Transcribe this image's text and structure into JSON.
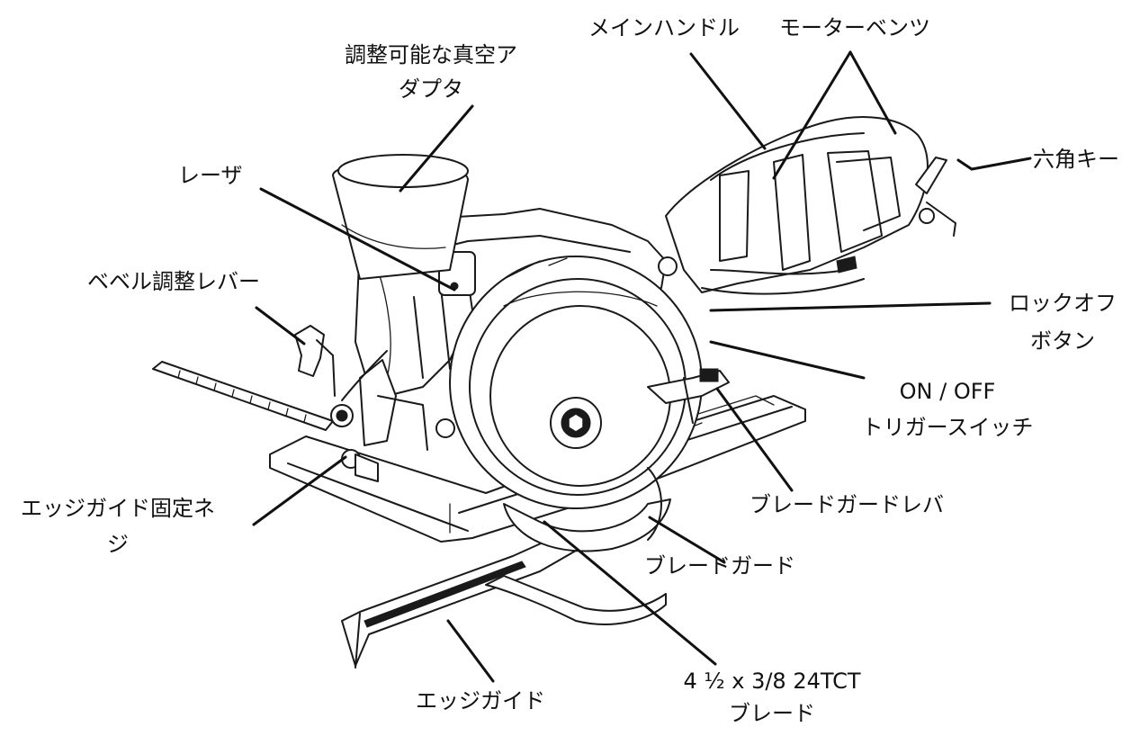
{
  "diagram": {
    "labels": {
      "adjustable_vacuum_adapter": {
        "line1": "調整可能な真空ア",
        "line2": "ダプタ"
      },
      "main_handle": "メインハンドル",
      "motor_vents": "モーターベンツ",
      "hex_key": "六角キー",
      "laser": "レーザ",
      "bevel_adjust_lever": "ベベル調整レバー",
      "lock_off_button": {
        "line1": "ロックオフ",
        "line2": "ボタン"
      },
      "trigger_switch": {
        "line1": "ON / OFF",
        "line2": "トリガースイッチ"
      },
      "edge_guide_screw": {
        "line1": "エッジガイド固定ネ",
        "line2": "ジ"
      },
      "blade_guard_lever": "ブレードガードレバ",
      "blade_guard": "ブレードガード",
      "edge_guide": "エッジガイド",
      "blade": {
        "line1": "4 ½ x 3/8 24TCT",
        "line2": "ブレード"
      }
    }
  }
}
